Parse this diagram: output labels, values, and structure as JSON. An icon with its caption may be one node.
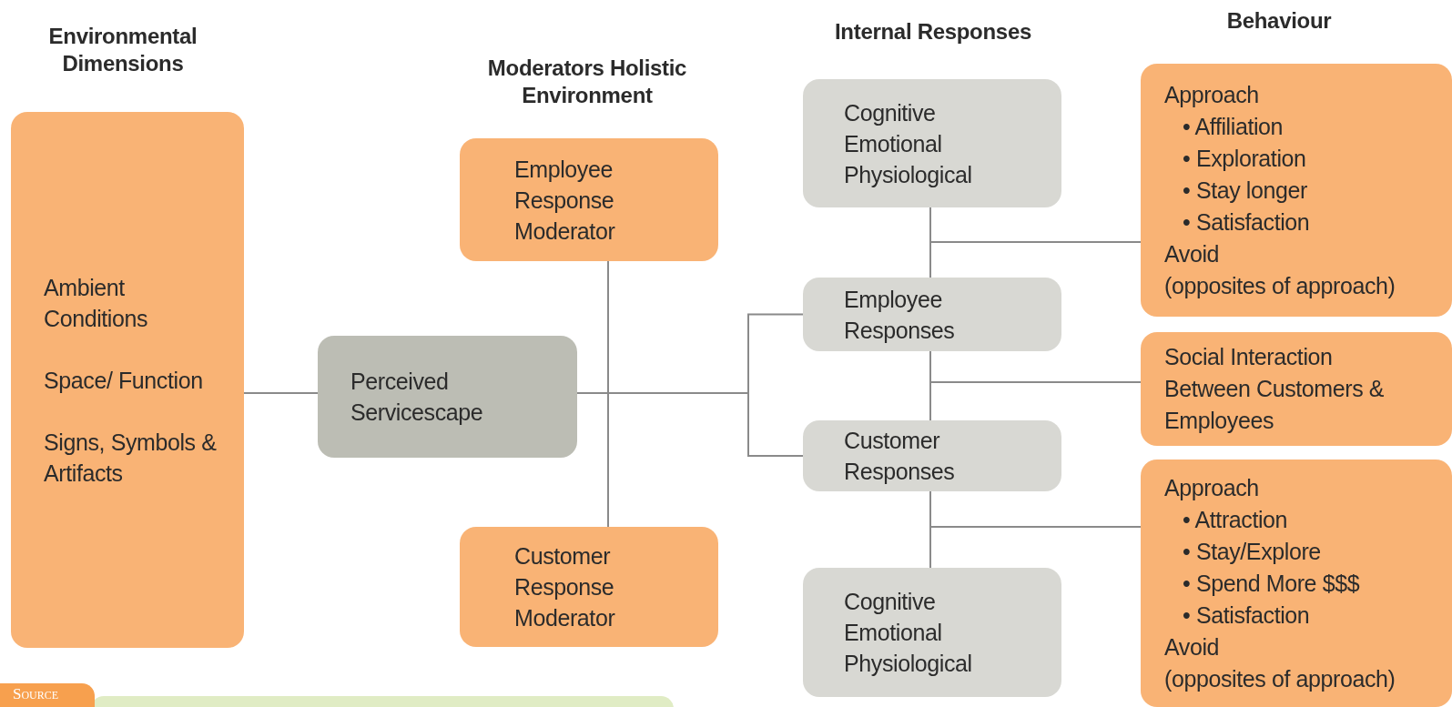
{
  "diagram": {
    "nodes": [
      {
        "text": [
          "Ambient Conditions",
          "Space/ Function",
          "Signs, Symbols & Artifacts"
        ]
      },
      {
        "text": [
          "Employee Response Moderator"
        ]
      },
      {
        "text": [
          "Perceived Servicescape"
        ]
      },
      {
        "text": [
          "Customer Response Moderator"
        ]
      },
      {
        "text": [
          "Cognitive Emotional Physiological"
        ]
      },
      {
        "text": [
          "Employee Responses"
        ]
      },
      {
        "text": [
          "Customer Responses"
        ]
      },
      {
        "text": [
          "Cognitive Emotional Physiological"
        ]
      },
      {
        "text": [
          "Approach",
          "• Affiliation",
          "• Exploration",
          "• Stay longer",
          "• Satisfaction",
          "Avoid",
          "(opposites of approach)"
        ]
      },
      {
        "text": [
          "Social Interaction Between Customers & Employees"
        ]
      },
      {
        "text": [
          "Approach",
          "• Attraction",
          "• Stay/Explore",
          "• Spend More $$$",
          "• Satisfaction",
          "Avoid",
          "(opposites of approach)"
        ]
      }
    ],
    "edges": [
      {
        "from": 0,
        "to": 2,
        "arrow": "none"
      },
      {
        "from": 1,
        "to": 3,
        "arrow": "none"
      },
      {
        "from": 2,
        "to": 5,
        "arrow": "none"
      },
      {
        "from": 2,
        "to": 6,
        "arrow": "none"
      },
      {
        "from": 4,
        "to": 5,
        "arrow": "none"
      },
      {
        "from": 5,
        "to": 6,
        "arrow": "none"
      },
      {
        "from": 6,
        "to": 7,
        "arrow": "none"
      },
      {
        "from": 5,
        "to": 8,
        "arrow": "none"
      },
      {
        "from": 6,
        "to": 9,
        "arrow": "none"
      },
      {
        "from": 6,
        "to": 10,
        "arrow": "none"
      }
    ],
    "labels": [
      "Environmental Dimensions",
      "Moderators Holistic Environment",
      "Internal Responses",
      "Behaviour",
      "Source"
    ]
  }
}
